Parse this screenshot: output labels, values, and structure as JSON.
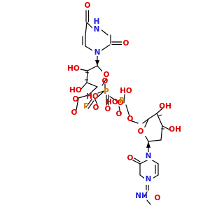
{
  "atoms": {
    "u_o4": {
      "text": "O",
      "color": "#e00000"
    },
    "u_n3": {
      "text": "N",
      "color": "#2020e0"
    },
    "u_h3": {
      "text": "H",
      "color": "#2020e0"
    },
    "u_o2": {
      "text": "O",
      "color": "#e00000"
    },
    "u_n1": {
      "text": "N",
      "color": "#2020e0"
    },
    "u_ho2": {
      "text": "HO",
      "color": "#e00000"
    },
    "u_ho3": {
      "text": "HO",
      "color": "#e00000"
    },
    "u_ring_o": {
      "text": "O",
      "color": "#e00000"
    },
    "u_o5": {
      "text": "O",
      "color": "#e00000"
    },
    "pa": {
      "text": "P",
      "color": "#d08000"
    },
    "pa_oh": {
      "text": "HO",
      "color": "#e00000"
    },
    "pa_o": {
      "text": "O",
      "color": "#e00000"
    },
    "bridge1_o": {
      "text": "O",
      "color": "#e00000"
    },
    "pb": {
      "text": "P",
      "color": "#d08000"
    },
    "pb_o_top": {
      "text": "O",
      "color": "#e00000"
    },
    "pb_o_bottom": {
      "text": "O",
      "color": "#e00000"
    },
    "pb_ho": {
      "text": "HO",
      "color": "#e00000"
    },
    "bridge2_o": {
      "text": "O",
      "color": "#e00000"
    },
    "pc": {
      "text": "P",
      "color": "#d08000"
    },
    "pc_oh": {
      "text": "HO",
      "color": "#e00000"
    },
    "pc_o": {
      "text": "O",
      "color": "#e00000"
    },
    "c_o5": {
      "text": "O",
      "color": "#e00000"
    },
    "c_ring_o": {
      "text": "O",
      "color": "#e00000"
    },
    "c_oh3": {
      "text": "OH",
      "color": "#e00000"
    },
    "c_oh2": {
      "text": "OH",
      "color": "#e00000"
    },
    "c_n1": {
      "text": "N",
      "color": "#2020e0"
    },
    "c_o2": {
      "text": "O",
      "color": "#e00000"
    },
    "c_n3": {
      "text": "N",
      "color": "#2020e0"
    },
    "c_nh": {
      "text": "NH",
      "color": "#2020e0"
    },
    "c_ome": {
      "text": "O",
      "color": "#e00000"
    }
  }
}
